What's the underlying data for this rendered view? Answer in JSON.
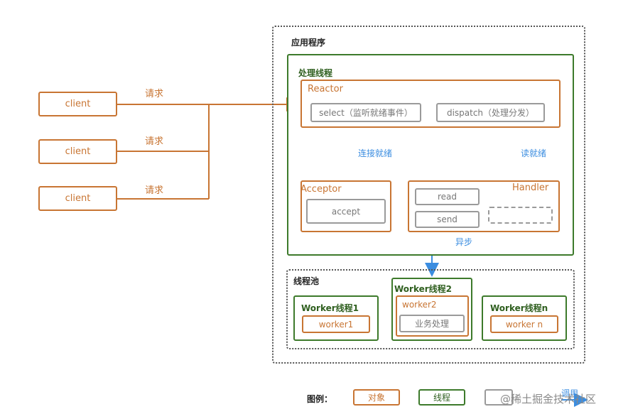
{
  "app_box": {
    "title": "应用程序"
  },
  "main_thread": {
    "title": "处理线程"
  },
  "reactor": {
    "title": "Reactor",
    "select_label": "select（监听就绪事件）",
    "dispatch_label": "dispatch（处理分发）"
  },
  "acceptor": {
    "title": "Acceptor",
    "accept_label": "accept"
  },
  "handler": {
    "title": "Handler",
    "read_label": "read",
    "send_label": "send"
  },
  "edge_labels": {
    "connect_ready": "连接就绪",
    "read_ready": "读就绪",
    "async": "异步"
  },
  "clients": [
    {
      "label": "client",
      "request": "请求"
    },
    {
      "label": "client",
      "request": "请求"
    },
    {
      "label": "client",
      "request": "请求"
    }
  ],
  "pool": {
    "title": "线程池",
    "workers": [
      {
        "title": "Worker线程1",
        "inner": "worker1"
      },
      {
        "title": "Worker线程2",
        "inner": "worker2",
        "task": "业务处理"
      },
      {
        "title": "Worker线程n",
        "inner": "worker n"
      }
    ]
  },
  "legend": {
    "label": "图例：",
    "object": "对象",
    "thread": "线程",
    "call": "调用"
  },
  "watermark": "@稀土掘金技术社区",
  "colors": {
    "object": "#c87533",
    "thread": "#3d7a2b",
    "component": "#9a9a9a",
    "arrow_blue": "#3b8de0"
  }
}
